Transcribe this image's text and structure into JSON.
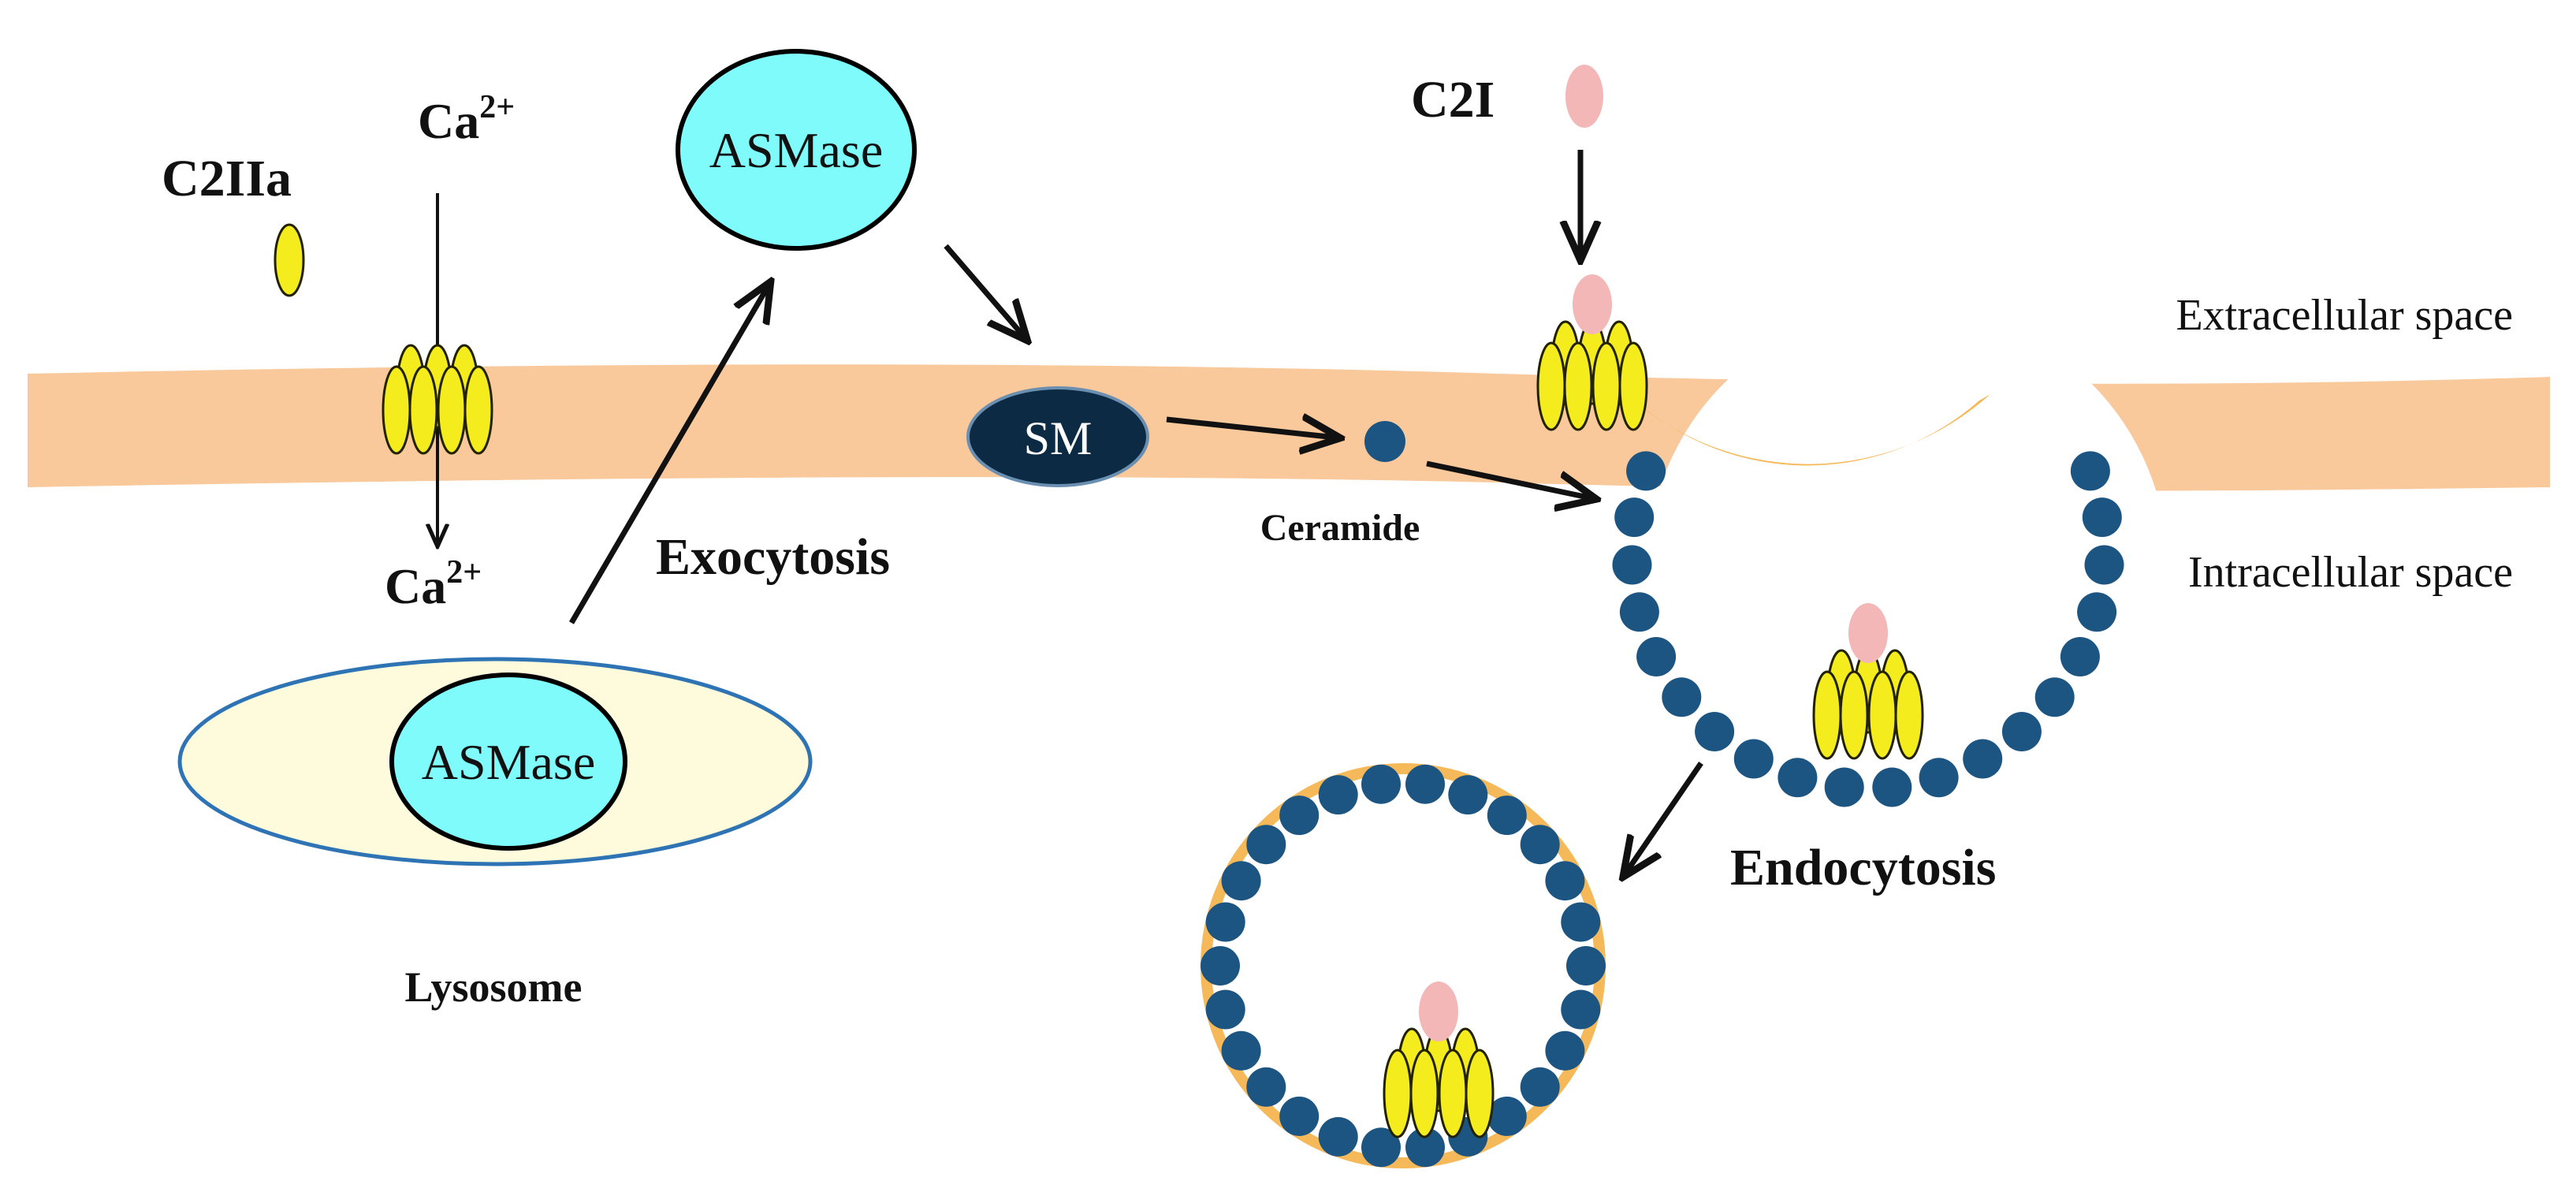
{
  "labels": {
    "c2iia": "C2IIa",
    "ca_top": "Ca",
    "ca_top_sup": "2+",
    "ca_bottom": "Ca",
    "ca_bottom_sup": "2+",
    "asmase_outside": "ASMase",
    "asmase_lysosome": "ASMase",
    "exocytosis": "Exocytosis",
    "lysosome": "Lysosome",
    "sm": "SM",
    "ceramide": "Ceramide",
    "c2i": "C2I",
    "extracellular": "Extracellular space",
    "intracellular": "Intracellular space",
    "endocytosis": "Endocytosis"
  },
  "colors": {
    "membrane": "#f9c89b",
    "membrane_vesicle": "#f6b95a",
    "asmase_fill": "#7ffbfb",
    "lysosome_fill": "#fdfbdc",
    "lysosome_stroke": "#2e74b5",
    "sm_fill": "#0d2a44",
    "ceramide_dot": "#1c5582",
    "toxin_yellow": "#f4ec1c",
    "c2i_pink": "#f4b7b7",
    "text": "#111111"
  },
  "icons": {
    "c2iia_monomer": "yellow-ellipse-icon",
    "c2iia_pore": "heptamer-pore-icon",
    "c2i_enzyme": "pink-oval-icon"
  }
}
